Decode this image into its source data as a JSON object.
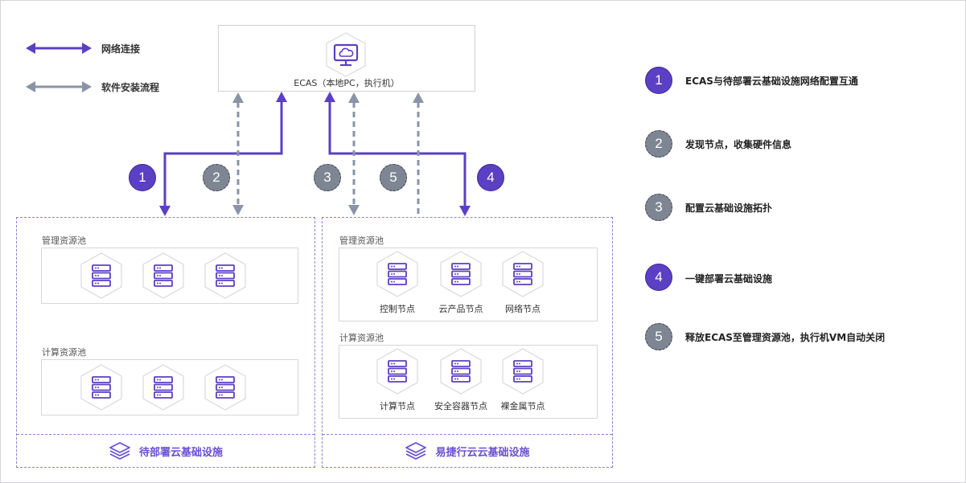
{
  "legend": {
    "network": "网络连接",
    "install_flow": "软件安装流程"
  },
  "ecas": {
    "label": "ECAS（本地PC，执行机）"
  },
  "left_infra": {
    "title": "待部署云基础设施",
    "mgmt_pool": "管理资源池",
    "compute_pool": "计算资源池"
  },
  "right_infra": {
    "title": "易捷行云云基础设施",
    "mgmt_pool": "管理资源池",
    "compute_pool": "计算资源池",
    "mgmt_nodes": [
      "控制节点",
      "云产品节点",
      "网络节点"
    ],
    "compute_nodes": [
      "计算节点",
      "安全容器节点",
      "裸金属节点"
    ]
  },
  "diagram_badges": [
    "1",
    "2",
    "3",
    "5",
    "4"
  ],
  "steps": [
    {
      "num": "1",
      "text": "ECAS与待部署云基础设施网络配置互通",
      "style": "solid"
    },
    {
      "num": "2",
      "text": "发现节点，收集硬件信息",
      "style": "dashed"
    },
    {
      "num": "3",
      "text": "配置云基础设施拓扑",
      "style": "dashed"
    },
    {
      "num": "4",
      "text": "一键部署云基础设施",
      "style": "solid"
    },
    {
      "num": "5",
      "text": "释放ECAS至管理资源池，执行机VM自动关闭",
      "style": "dashed"
    }
  ],
  "colors": {
    "network": "#5b3fc4",
    "install": "#8a94a8",
    "accent": "#6a4fd4"
  }
}
